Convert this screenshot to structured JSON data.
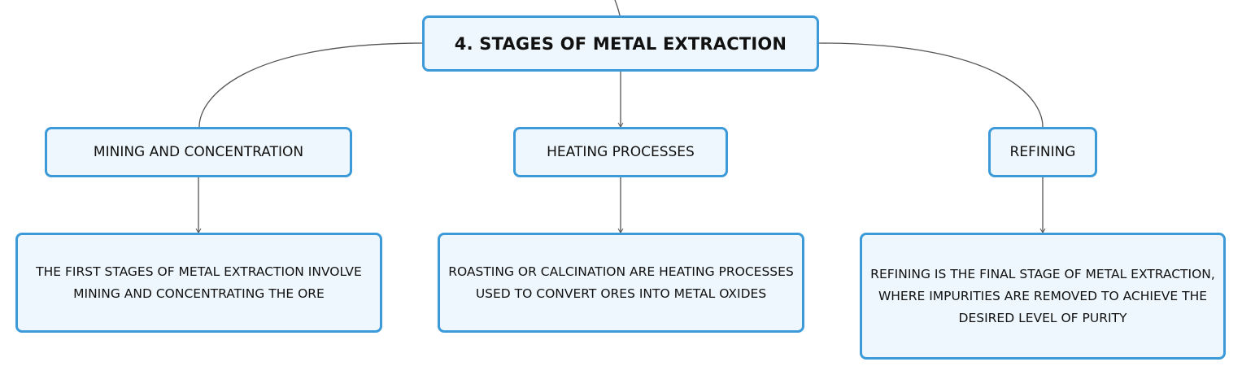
{
  "diagram": {
    "root": {
      "label": "4. STAGES OF METAL EXTRACTION"
    },
    "categories": [
      {
        "label": "MINING AND CONCENTRATION",
        "detail": "THE FIRST STAGES OF METAL EXTRACTION INVOLVE MINING AND CONCENTRATING THE ORE"
      },
      {
        "label": "HEATING PROCESSES",
        "detail": "ROASTING OR CALCINATION ARE HEATING PROCESSES USED TO CONVERT ORES INTO METAL OXIDES"
      },
      {
        "label": "REFINING",
        "detail": "REFINING IS THE FINAL STAGE OF METAL EXTRACTION, WHERE IMPURITIES ARE REMOVED TO ACHIEVE THE DESIRED LEVEL OF PURITY"
      }
    ]
  },
  "colors": {
    "node_border": "#3d9ad9",
    "node_fill": "#eef7fd",
    "connector": "#555555",
    "text": "#111111"
  }
}
